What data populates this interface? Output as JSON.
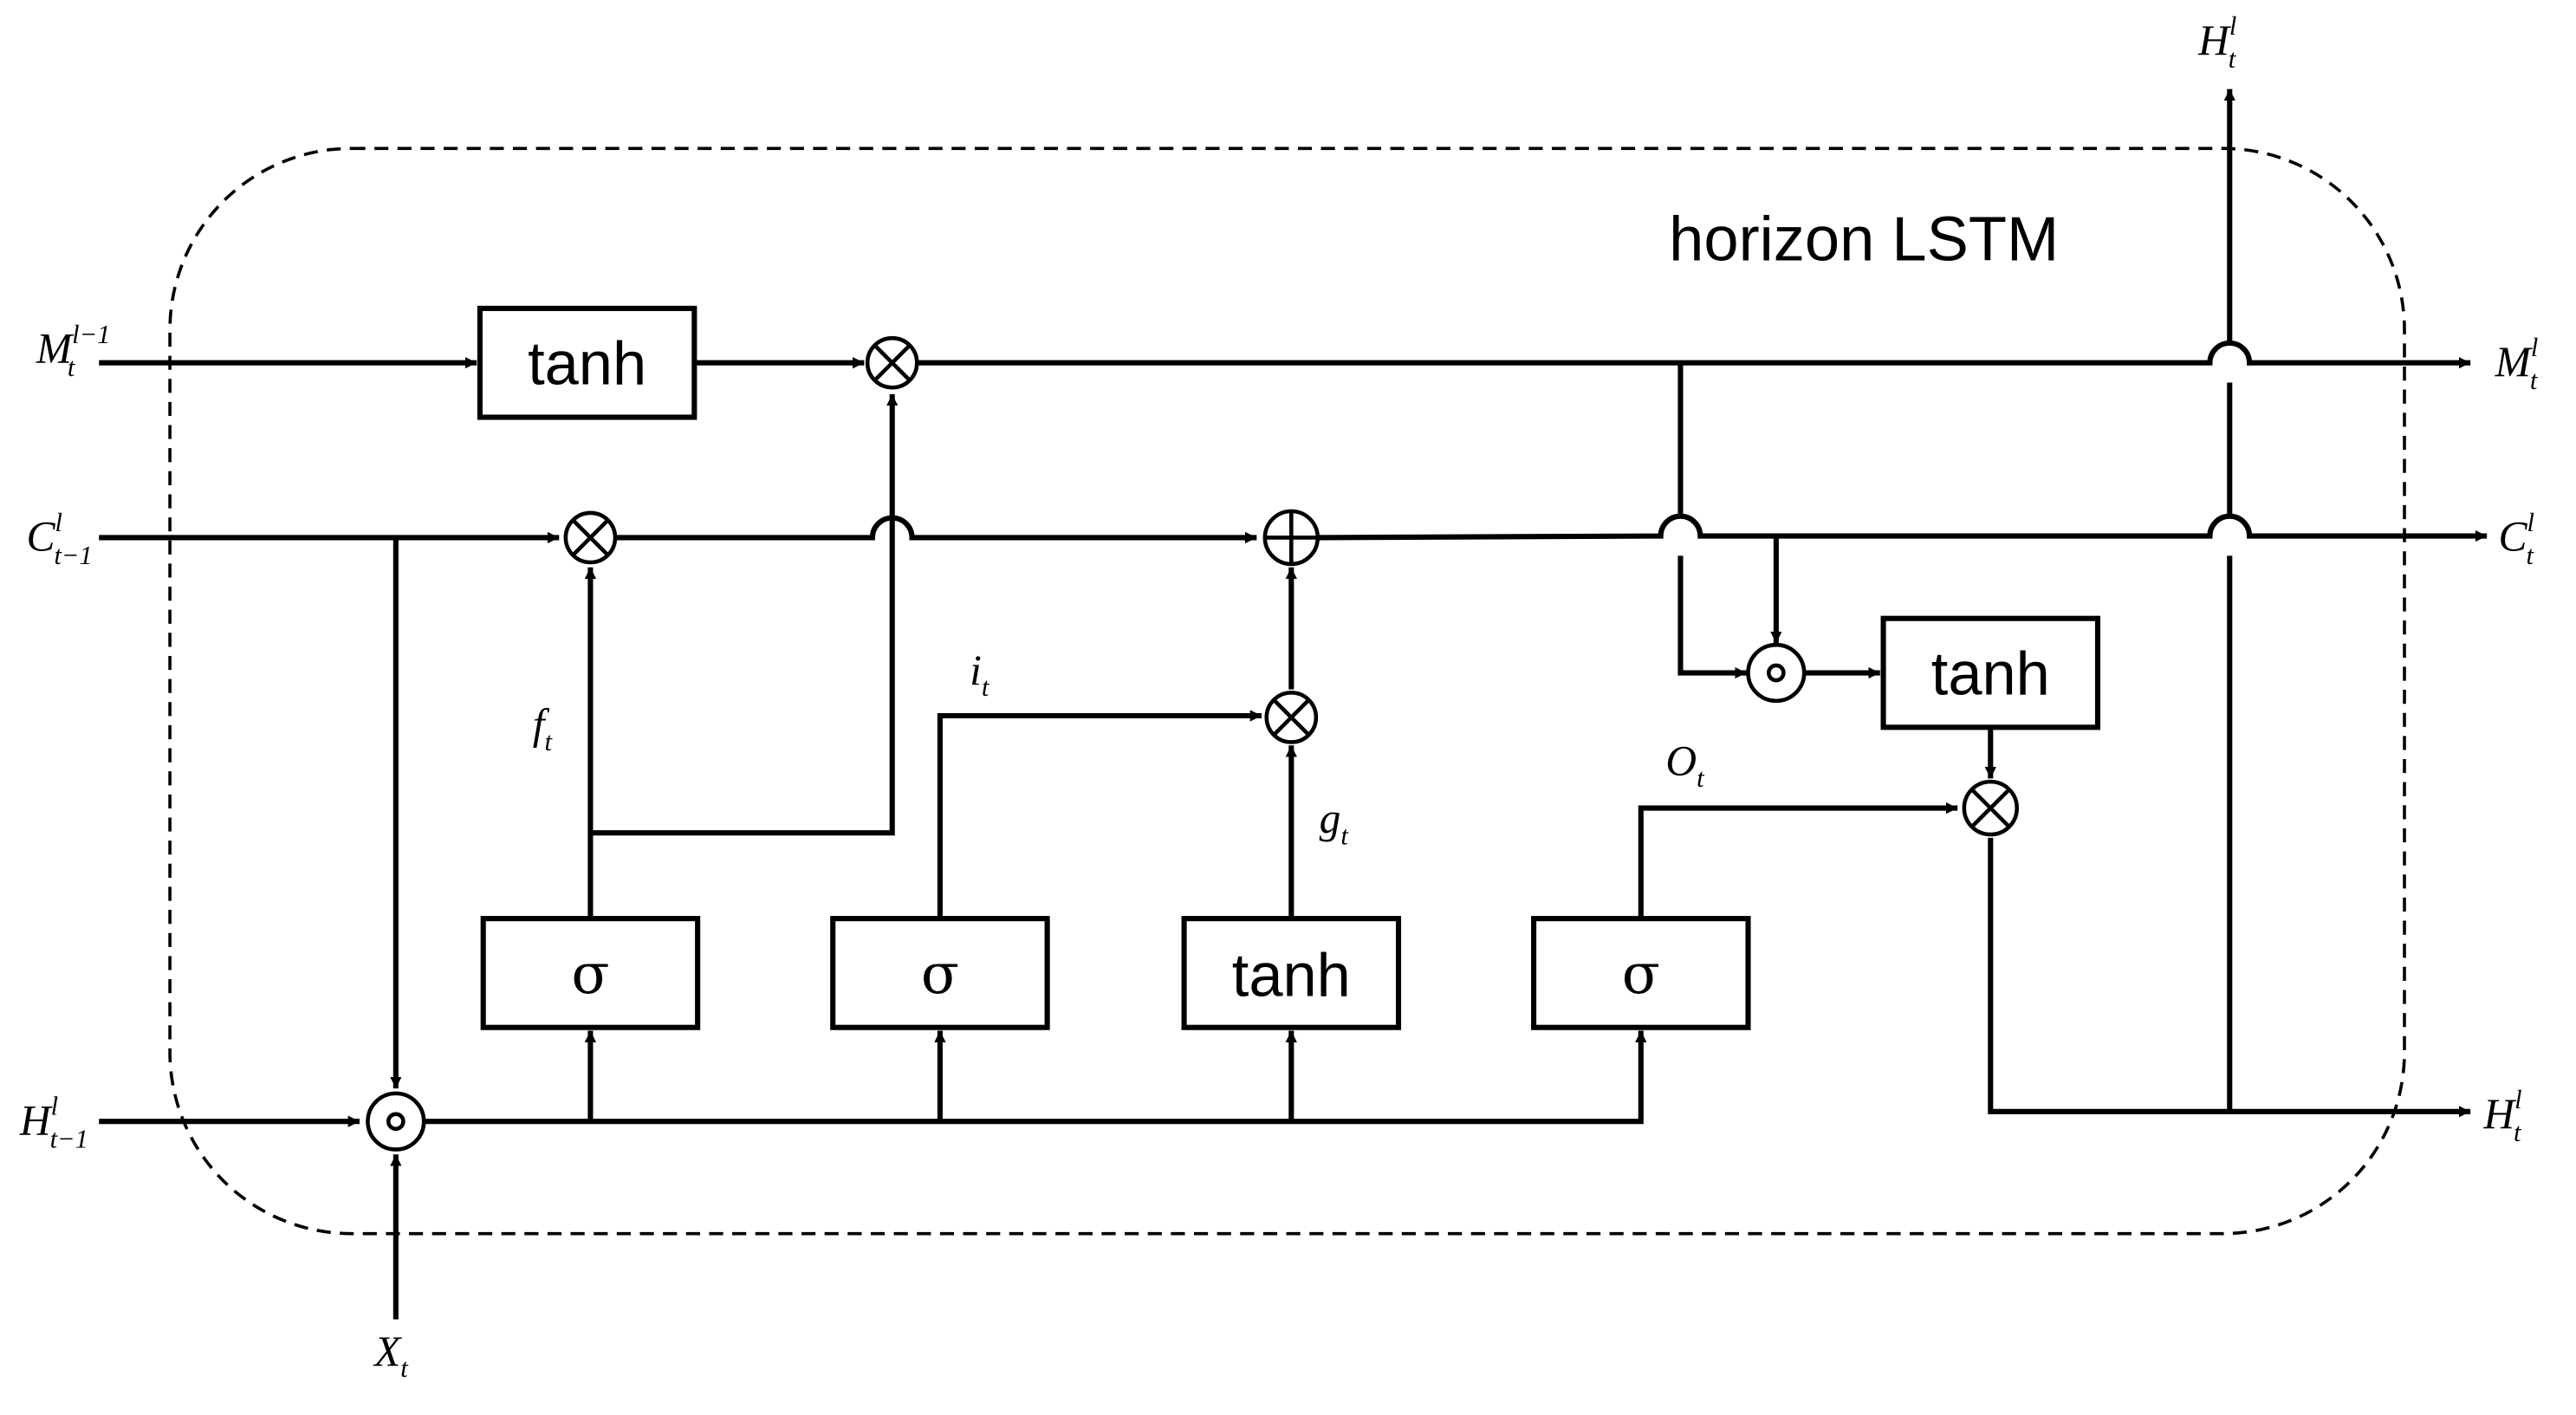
{
  "title": "horizon LSTM",
  "gates": {
    "tanh_memory": "tanh",
    "sigma_forget": "σ",
    "sigma_input": "σ",
    "tanh_candidate": "tanh",
    "sigma_output": "σ",
    "tanh_output": "tanh"
  },
  "inputs": {
    "m_prev": {
      "base": "M",
      "sup": "l−1",
      "sub": "t"
    },
    "c_prev": {
      "base": "C",
      "sup": "l",
      "sub": "t−1"
    },
    "h_prev": {
      "base": "H",
      "sup": "l",
      "sub": "t−1"
    },
    "x": {
      "base": "X",
      "sub": "t"
    }
  },
  "outputs": {
    "m_out": {
      "base": "M",
      "sup": "l",
      "sub": "t"
    },
    "c_out": {
      "base": "C",
      "sup": "l",
      "sub": "t"
    },
    "h_out": {
      "base": "H",
      "sup": "l",
      "sub": "t"
    },
    "h_up": {
      "base": "H",
      "sup": "l",
      "sub": "t"
    }
  },
  "signals": {
    "f": {
      "base": "f",
      "sub": "t"
    },
    "i": {
      "base": "i",
      "sub": "t"
    },
    "g": {
      "base": "g",
      "sub": "t"
    },
    "o": {
      "base": "O",
      "sub": "t"
    }
  }
}
